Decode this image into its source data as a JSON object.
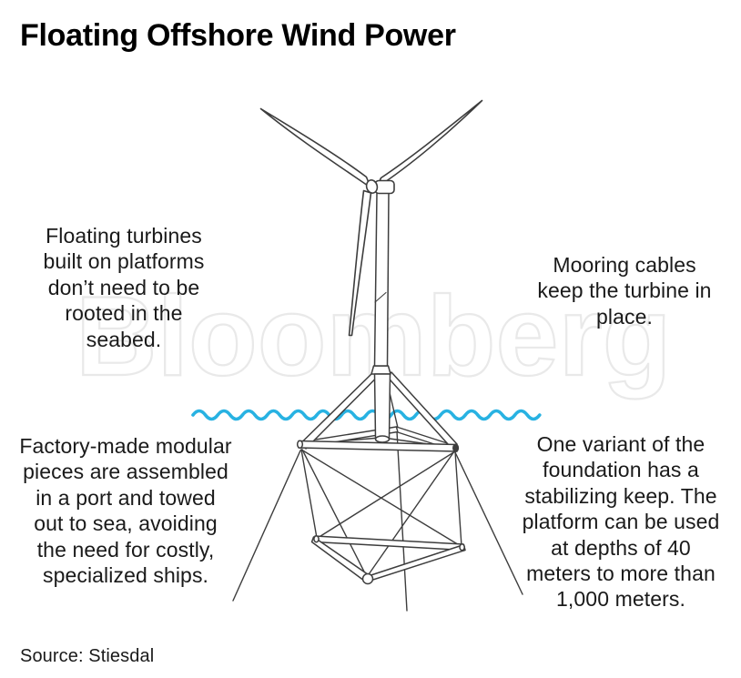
{
  "title": "Floating Offshore Wind Power",
  "watermark": "Bloomberg",
  "source": "Source: Stiesdal",
  "annotations": {
    "floating": {
      "lines": [
        "Floating turbines",
        "built on platforms",
        "don’t need to be",
        "rooted in the",
        "seabed."
      ]
    },
    "mooring": {
      "lines": [
        "Mooring cables",
        "keep the turbine in",
        "place."
      ]
    },
    "factory": {
      "lines": [
        "Factory-made modular",
        "pieces are assembled",
        "in a port and towed",
        "out to sea, avoiding",
        "the need for costly,",
        "specialized ships."
      ]
    },
    "variant": {
      "lines": [
        "One variant of the",
        "foundation has a",
        "stabilizing keep. The",
        "platform can be used",
        "at depths of 40",
        "meters to more than",
        "1,000 meters."
      ]
    }
  },
  "illustration": {
    "subject": "floating-offshore-wind-turbine-line-drawing",
    "parts": [
      "rotor-blades",
      "hub",
      "nacelle",
      "tower",
      "tripod-foundation",
      "platform-beams",
      "lattice-keel",
      "keel-ballast-ball",
      "mooring-cables",
      "water-line"
    ]
  },
  "colors": {
    "title": "#000000",
    "text": "#1a1a1a",
    "line": "#3d3d3d",
    "water": "#28b2e2",
    "watermark": "#e9e9e9"
  }
}
